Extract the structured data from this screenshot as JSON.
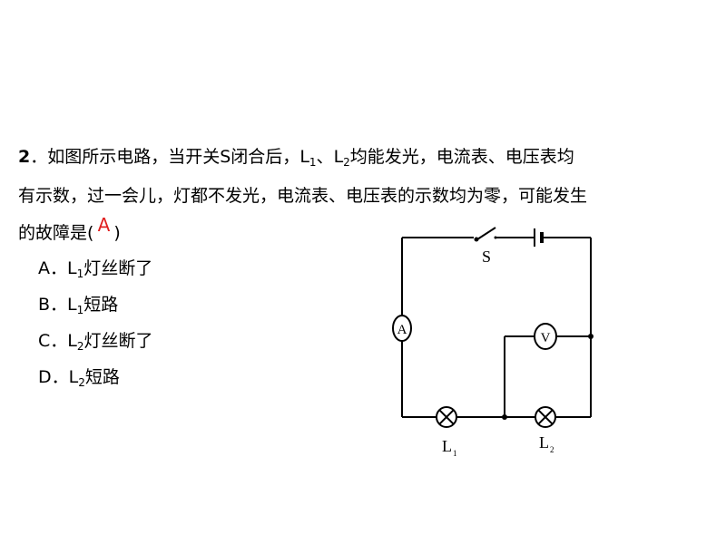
{
  "question": {
    "number": "2",
    "sep": "．",
    "line1_a": "如图所示电路，当开关S闭合后，",
    "l1": "L",
    "l1_sub": "1",
    "sep_dun": "、",
    "l2": "L",
    "l2_sub": "2",
    "line1_b": "均能发光，电流表、电压表均",
    "line2": "有示数，过一会儿，灯都不发光，电流表、电压表的示数均为零，可能发生",
    "line3": "的故障是(",
    "answer": "A",
    "line3_end": ")"
  },
  "options": [
    {
      "letter": "A．",
      "lamp": "L",
      "sub": "1",
      "text": "灯丝断了"
    },
    {
      "letter": "B．",
      "lamp": "L",
      "sub": "1",
      "text": "短路"
    },
    {
      "letter": "C．",
      "lamp": "L",
      "sub": "2",
      "text": "灯丝断了"
    },
    {
      "letter": "D．",
      "lamp": "L",
      "sub": "2",
      "text": "短路"
    }
  ],
  "circuit": {
    "switch_label": "S",
    "ammeter_label": "A",
    "voltmeter_label": "V",
    "lamp1_label": "L",
    "lamp1_sub": "1",
    "lamp2_label": "L",
    "lamp2_sub": "2"
  },
  "colors": {
    "answer": "#e02020",
    "text": "#000000"
  }
}
